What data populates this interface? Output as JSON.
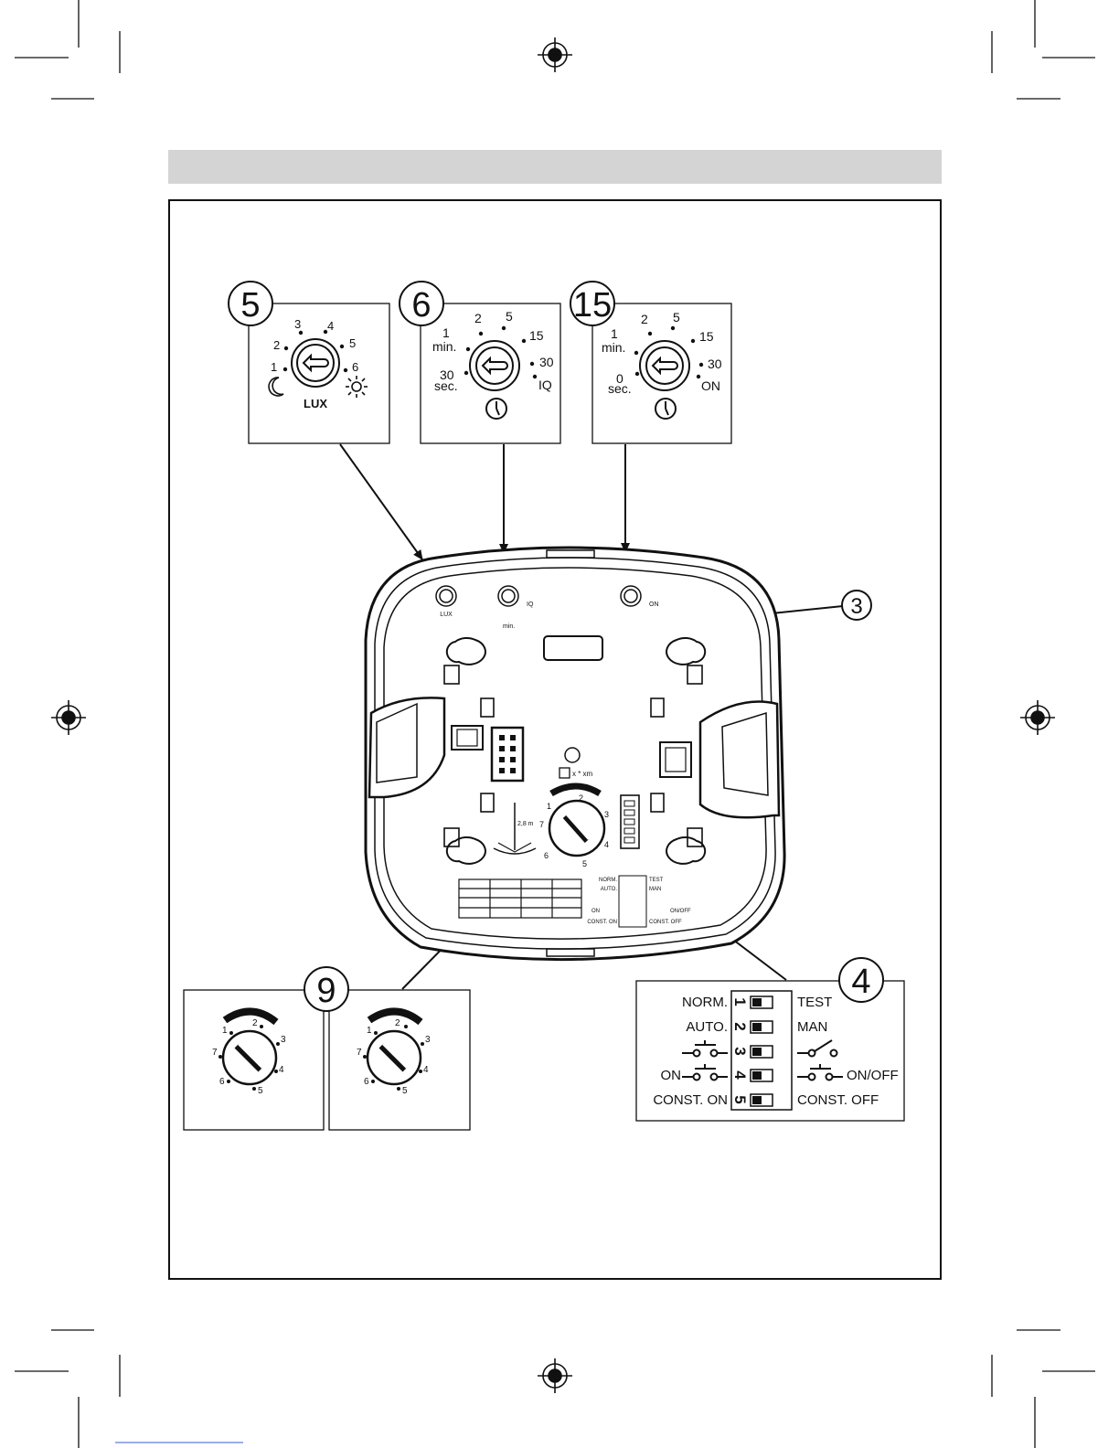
{
  "callouts": {
    "lux": "5",
    "time": "6",
    "iq_time": "15",
    "housing": "3",
    "sensitivity": "9",
    "dip": "4"
  },
  "lux_dial": {
    "ticks": [
      "1",
      "2",
      "3",
      "4",
      "5",
      "6"
    ],
    "caption": "LUX"
  },
  "time_dial": {
    "ticks": [
      "1",
      "2",
      "5",
      "15",
      "30"
    ],
    "unit_min": "min.",
    "low_value": "30",
    "unit_sec": "sec.",
    "end_label": "IQ"
  },
  "iq_dial": {
    "ticks": [
      "1",
      "2",
      "5",
      "15",
      "30"
    ],
    "unit_min": "min.",
    "low_value": "0",
    "unit_sec": "sec.",
    "end_label": "ON"
  },
  "sens_dial": {
    "ticks": [
      "1",
      "2",
      "3",
      "4",
      "5",
      "6",
      "7"
    ]
  },
  "device": {
    "distance_label": "2,8 m",
    "xm_label": "x * xm",
    "mini_time_unit": "min."
  },
  "dip_switches": {
    "numbers": [
      "1",
      "2",
      "3",
      "4",
      "5"
    ],
    "left_labels": [
      "NORM.",
      "AUTO.",
      "",
      "ON",
      "CONST. ON"
    ],
    "right_labels": [
      "TEST",
      "MAN",
      "",
      "ON/OFF",
      "CONST. OFF"
    ]
  }
}
